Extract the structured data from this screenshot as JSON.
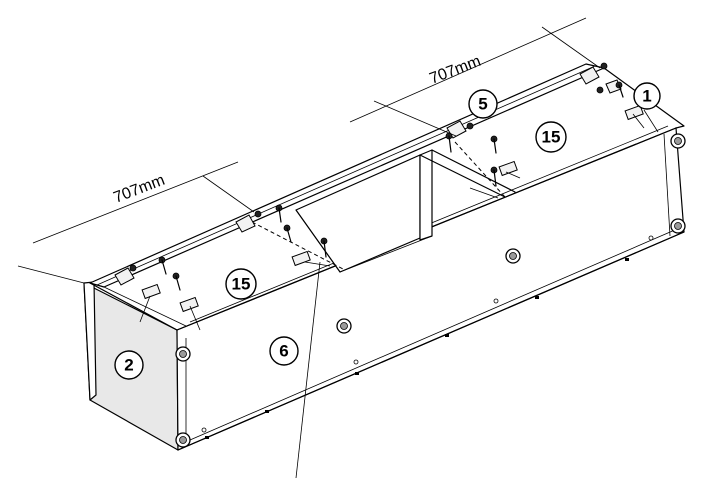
{
  "dimensions": [
    {
      "label": "707mm"
    },
    {
      "label": "707mm"
    }
  ],
  "callouts": [
    {
      "label": "1"
    },
    {
      "label": "2"
    },
    {
      "label": "5"
    },
    {
      "label": "6"
    },
    {
      "label": "15"
    },
    {
      "label": "15"
    }
  ]
}
